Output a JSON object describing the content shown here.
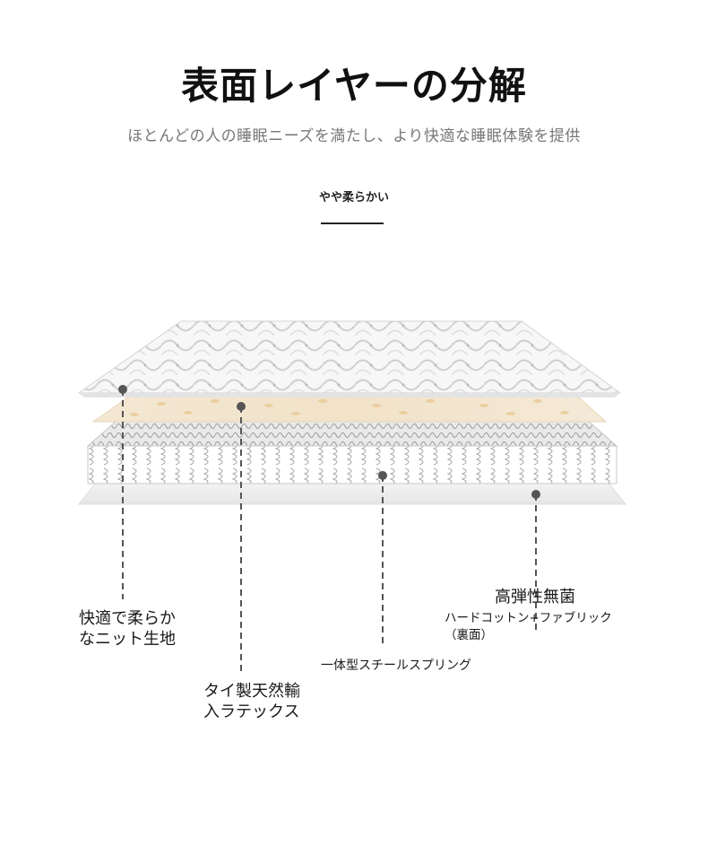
{
  "header": {
    "title": "表面レイヤーの分解",
    "subtitle": "ほとんどの人の睡眠ニーズを満たし、より快適な睡眠体験を提供",
    "tab_label": "やや柔らかい"
  },
  "layers": {
    "knit": {
      "label": "快適で柔らかなニット生地"
    },
    "latex": {
      "label": "タイ製天然輸入ラテックス"
    },
    "spring": {
      "label": "一体型スチールスプリング"
    },
    "cotton": {
      "title": "高弾性無菌",
      "sub_line1": "ハードコットン+ファブリック",
      "sub_line2": "（裏面）"
    }
  },
  "colors": {
    "background": "#ffffff",
    "text": "#1a1a1a",
    "subtitle": "#777777",
    "latex": "#f2e4cc",
    "leader_line": "#555555"
  }
}
